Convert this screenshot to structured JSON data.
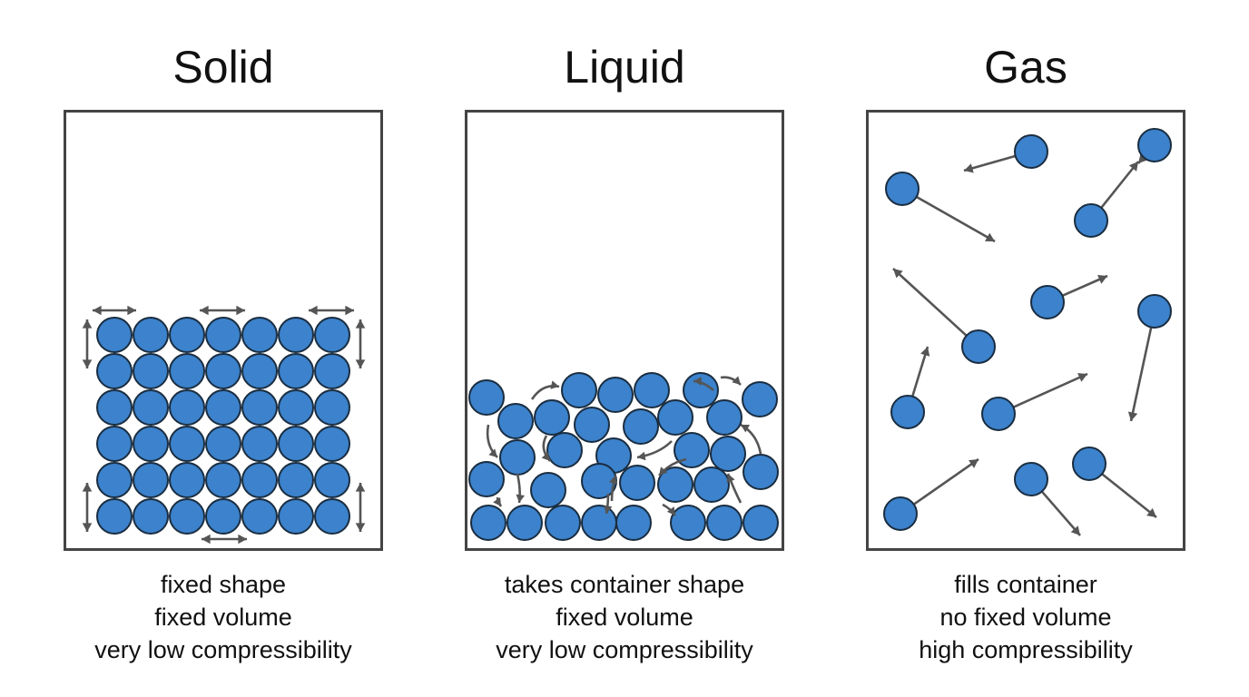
{
  "colors": {
    "particle_fill": "#3c82cc",
    "particle_stroke": "#1a2d40",
    "arrow": "#555555",
    "container": "#444444"
  },
  "states": [
    {
      "title": "Solid",
      "properties": [
        "fixed shape",
        "fixed volume",
        "very low compressibility"
      ]
    },
    {
      "title": "Liquid",
      "properties": [
        "takes container shape",
        "fixed volume",
        "very low compressibility"
      ]
    },
    {
      "title": "Gas",
      "properties": [
        "fills container",
        "no fixed volume",
        "high compressibility"
      ]
    }
  ]
}
